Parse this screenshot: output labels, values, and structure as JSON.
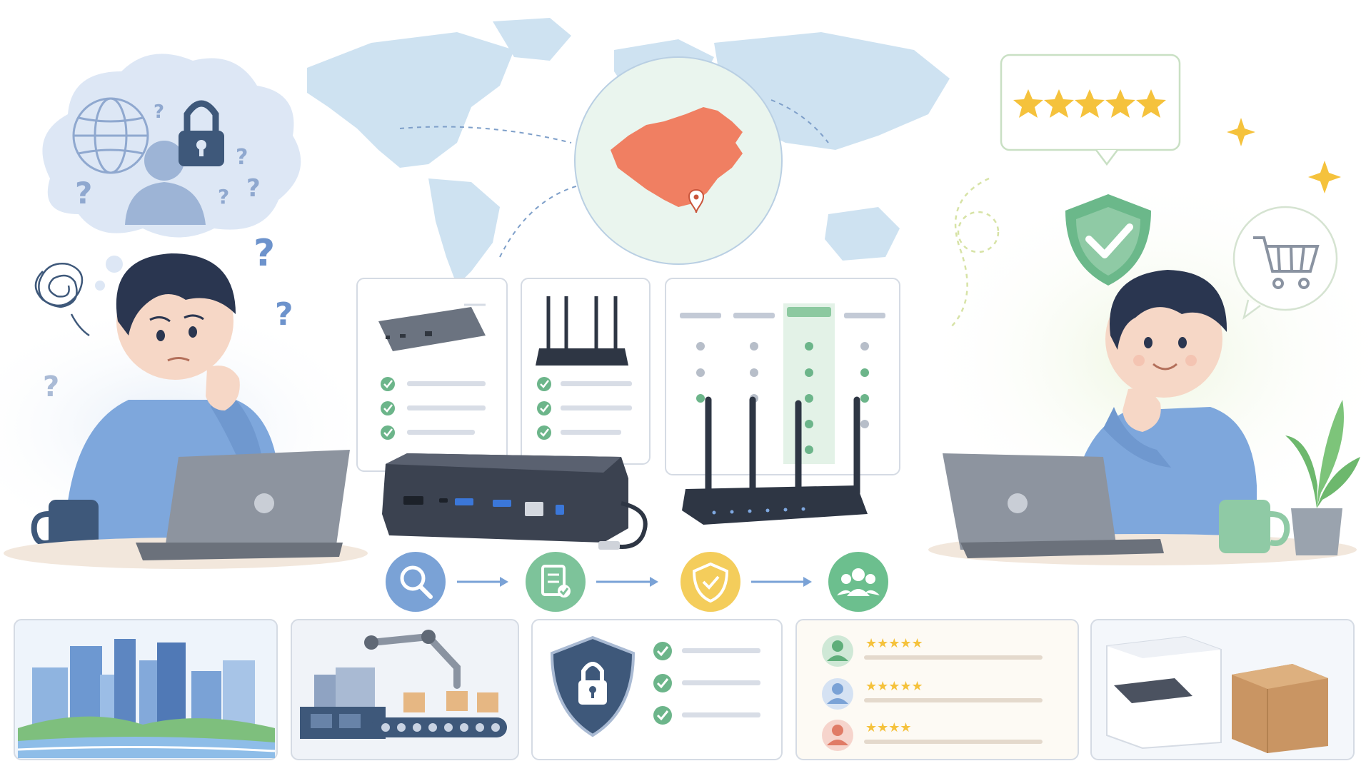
{
  "palette": {
    "map_land": "#c9dff0",
    "map_highlight": "#f07f62",
    "shirt_blue": "#7ea7dc",
    "hair": "#2a3650",
    "skin": "#f6d7c6",
    "laptop": "#8d949f",
    "device_dark": "#3b4250",
    "check_green": "#6cb58a",
    "star_gold": "#f5c23c",
    "shield_green": "#6bb88a",
    "shield_navy": "#3e587a",
    "step_blue": "#7aa2d6",
    "step_green": "#7dc39a",
    "step_yellow": "#f4cd5b",
    "step_green2": "#6cbf8e"
  },
  "icons": {
    "concern_cloud": [
      "globe-icon",
      "padlock-icon",
      "person-silhouette-icon",
      "question-mark-icon"
    ],
    "process": [
      "search-icon",
      "document-check-icon",
      "shield-check-icon",
      "users-icon"
    ],
    "right_scene": [
      "shield-check-icon",
      "shopping-cart-icon",
      "sparkle-icon"
    ],
    "bottom_cards": [
      "city-skyline-icon",
      "factory-robot-arm-icon",
      "security-checklist-icon",
      "customer-reviews-icon",
      "product-box-icon"
    ]
  },
  "ratings": {
    "review_bubble_stars": 5,
    "review_rows": [
      5,
      5,
      4
    ]
  },
  "comparison_table": {
    "columns": 4,
    "rows": 6,
    "highlighted_column": 3
  }
}
